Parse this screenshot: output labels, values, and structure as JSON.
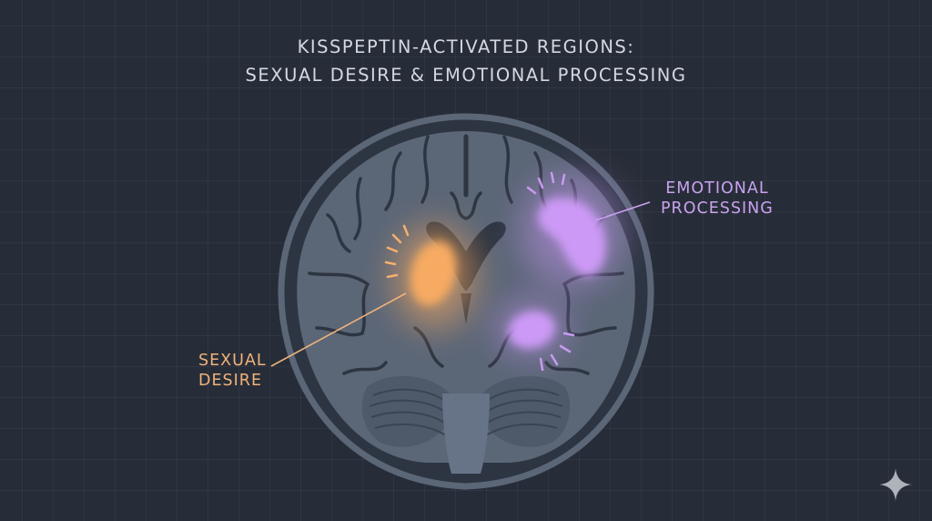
{
  "title": {
    "line1": "KISSPEPTIN-ACTIVATED REGIONS:",
    "line2": "SEXUAL DESIRE & EMOTIONAL PROCESSING"
  },
  "labels": {
    "emotional": {
      "line1": "EMOTIONAL",
      "line2": "PROCESSING",
      "color": "#c9a2ef"
    },
    "sexual": {
      "line1": "SEXUAL",
      "line2": "DESIRE",
      "color": "#f0b27a"
    }
  },
  "colors": {
    "background": "#272d38",
    "brain_fill": "#5b6677",
    "brain_outline": "#4a5567",
    "desire_glow": "#f5a860",
    "emotion_glow": "#c996f5"
  },
  "icons": {
    "corner": "sparkle-icon"
  }
}
